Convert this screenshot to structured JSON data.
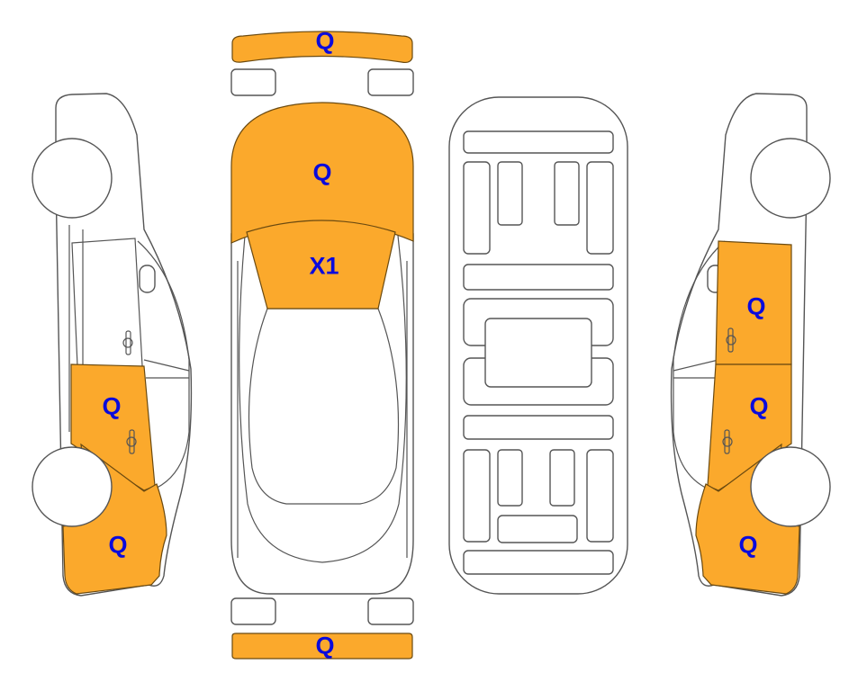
{
  "colors": {
    "damage_fill": "#FBA92C",
    "label": "#0A0ADC",
    "outline": "#555555"
  },
  "panels": {
    "front_bumper": {
      "code": "Q"
    },
    "hood": {
      "code": "Q"
    },
    "windshield": {
      "code": "X1"
    },
    "left_front_door": {
      "code": "Q"
    },
    "left_front_fender": {
      "code": "Q"
    },
    "right_rear_door": {
      "code": "Q"
    },
    "right_front_door": {
      "code": "Q"
    },
    "right_front_fender": {
      "code": "Q"
    },
    "rear_bumper": {
      "code": "Q"
    }
  }
}
